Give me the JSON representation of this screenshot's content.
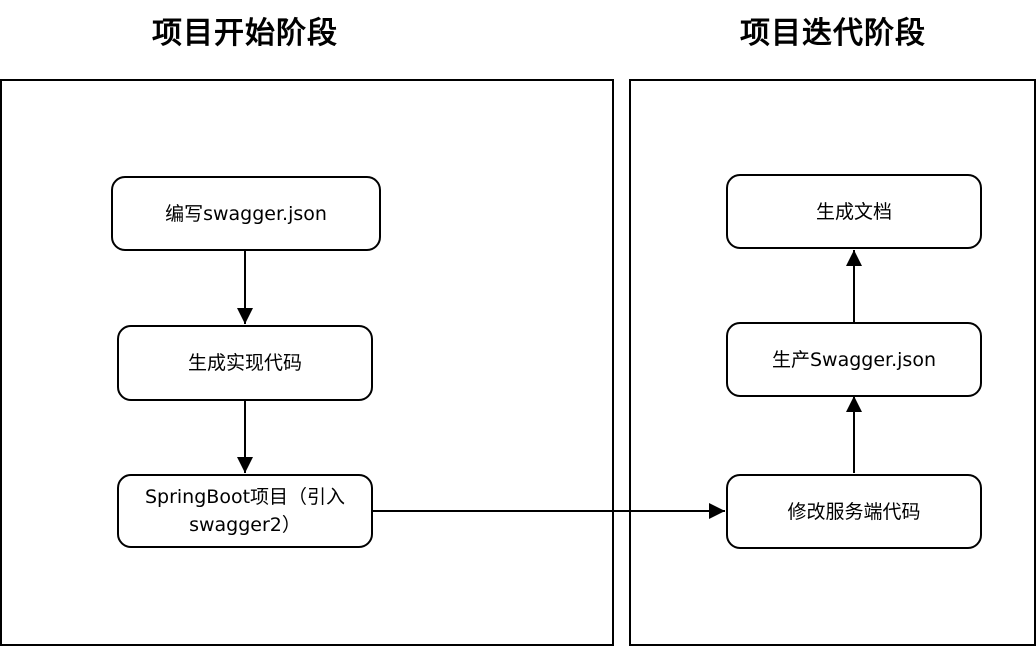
{
  "diagram": {
    "phases": [
      {
        "id": "start",
        "title": "项目开始阶段"
      },
      {
        "id": "iterate",
        "title": "项目迭代阶段"
      }
    ],
    "nodes": {
      "write_swagger": "编写swagger.json",
      "gen_code": "生成实现代码",
      "springboot": "SpringBoot项目（引入swagger2）",
      "modify_server": "修改服务端代码",
      "produce_swagger": "生产Swagger.json",
      "gen_docs": "生成文档"
    },
    "edges": [
      {
        "from": "write_swagger",
        "to": "gen_code"
      },
      {
        "from": "gen_code",
        "to": "springboot"
      },
      {
        "from": "springboot",
        "to": "modify_server"
      },
      {
        "from": "modify_server",
        "to": "produce_swagger"
      },
      {
        "from": "produce_swagger",
        "to": "gen_docs"
      }
    ],
    "colors": {
      "stroke": "#000000",
      "background": "#ffffff"
    }
  }
}
